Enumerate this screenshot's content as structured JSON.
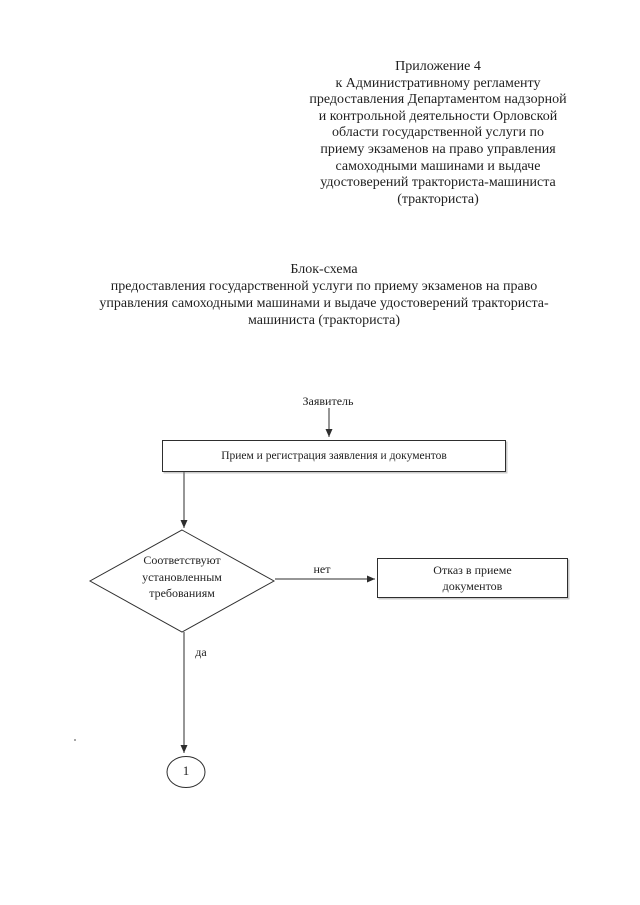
{
  "document": {
    "appendix_header": [
      "Приложение 4",
      "к Административному регламенту",
      "предоставления Департаментом надзорной",
      "и контрольной деятельности Орловской",
      "области государственной услуги по",
      "приему экзаменов на право управления",
      "самоходными машинами и выдаче",
      "удостоверений тракториста-машиниста",
      "(тракториста)"
    ],
    "title": [
      "Блок-схема",
      "предоставления государственной услуги по приему экзаменов на право",
      "управления самоходными машинами и выдаче удостоверений тракториста-",
      "машиниста (тракториста)"
    ]
  },
  "flowchart": {
    "actor_label": "Заявитель",
    "step_receive": "Прием и регистрация заявления и документов",
    "decision": [
      "Соответствуют",
      "установленным",
      "требованиям"
    ],
    "branch_no": "нет",
    "branch_yes": "да",
    "step_reject": [
      "Отказ в приеме",
      "документов"
    ],
    "offpage_connector": "1"
  },
  "colors": {
    "ink": "#1f1f1f",
    "line": "#2e2e2e",
    "background": "#ffffff"
  }
}
